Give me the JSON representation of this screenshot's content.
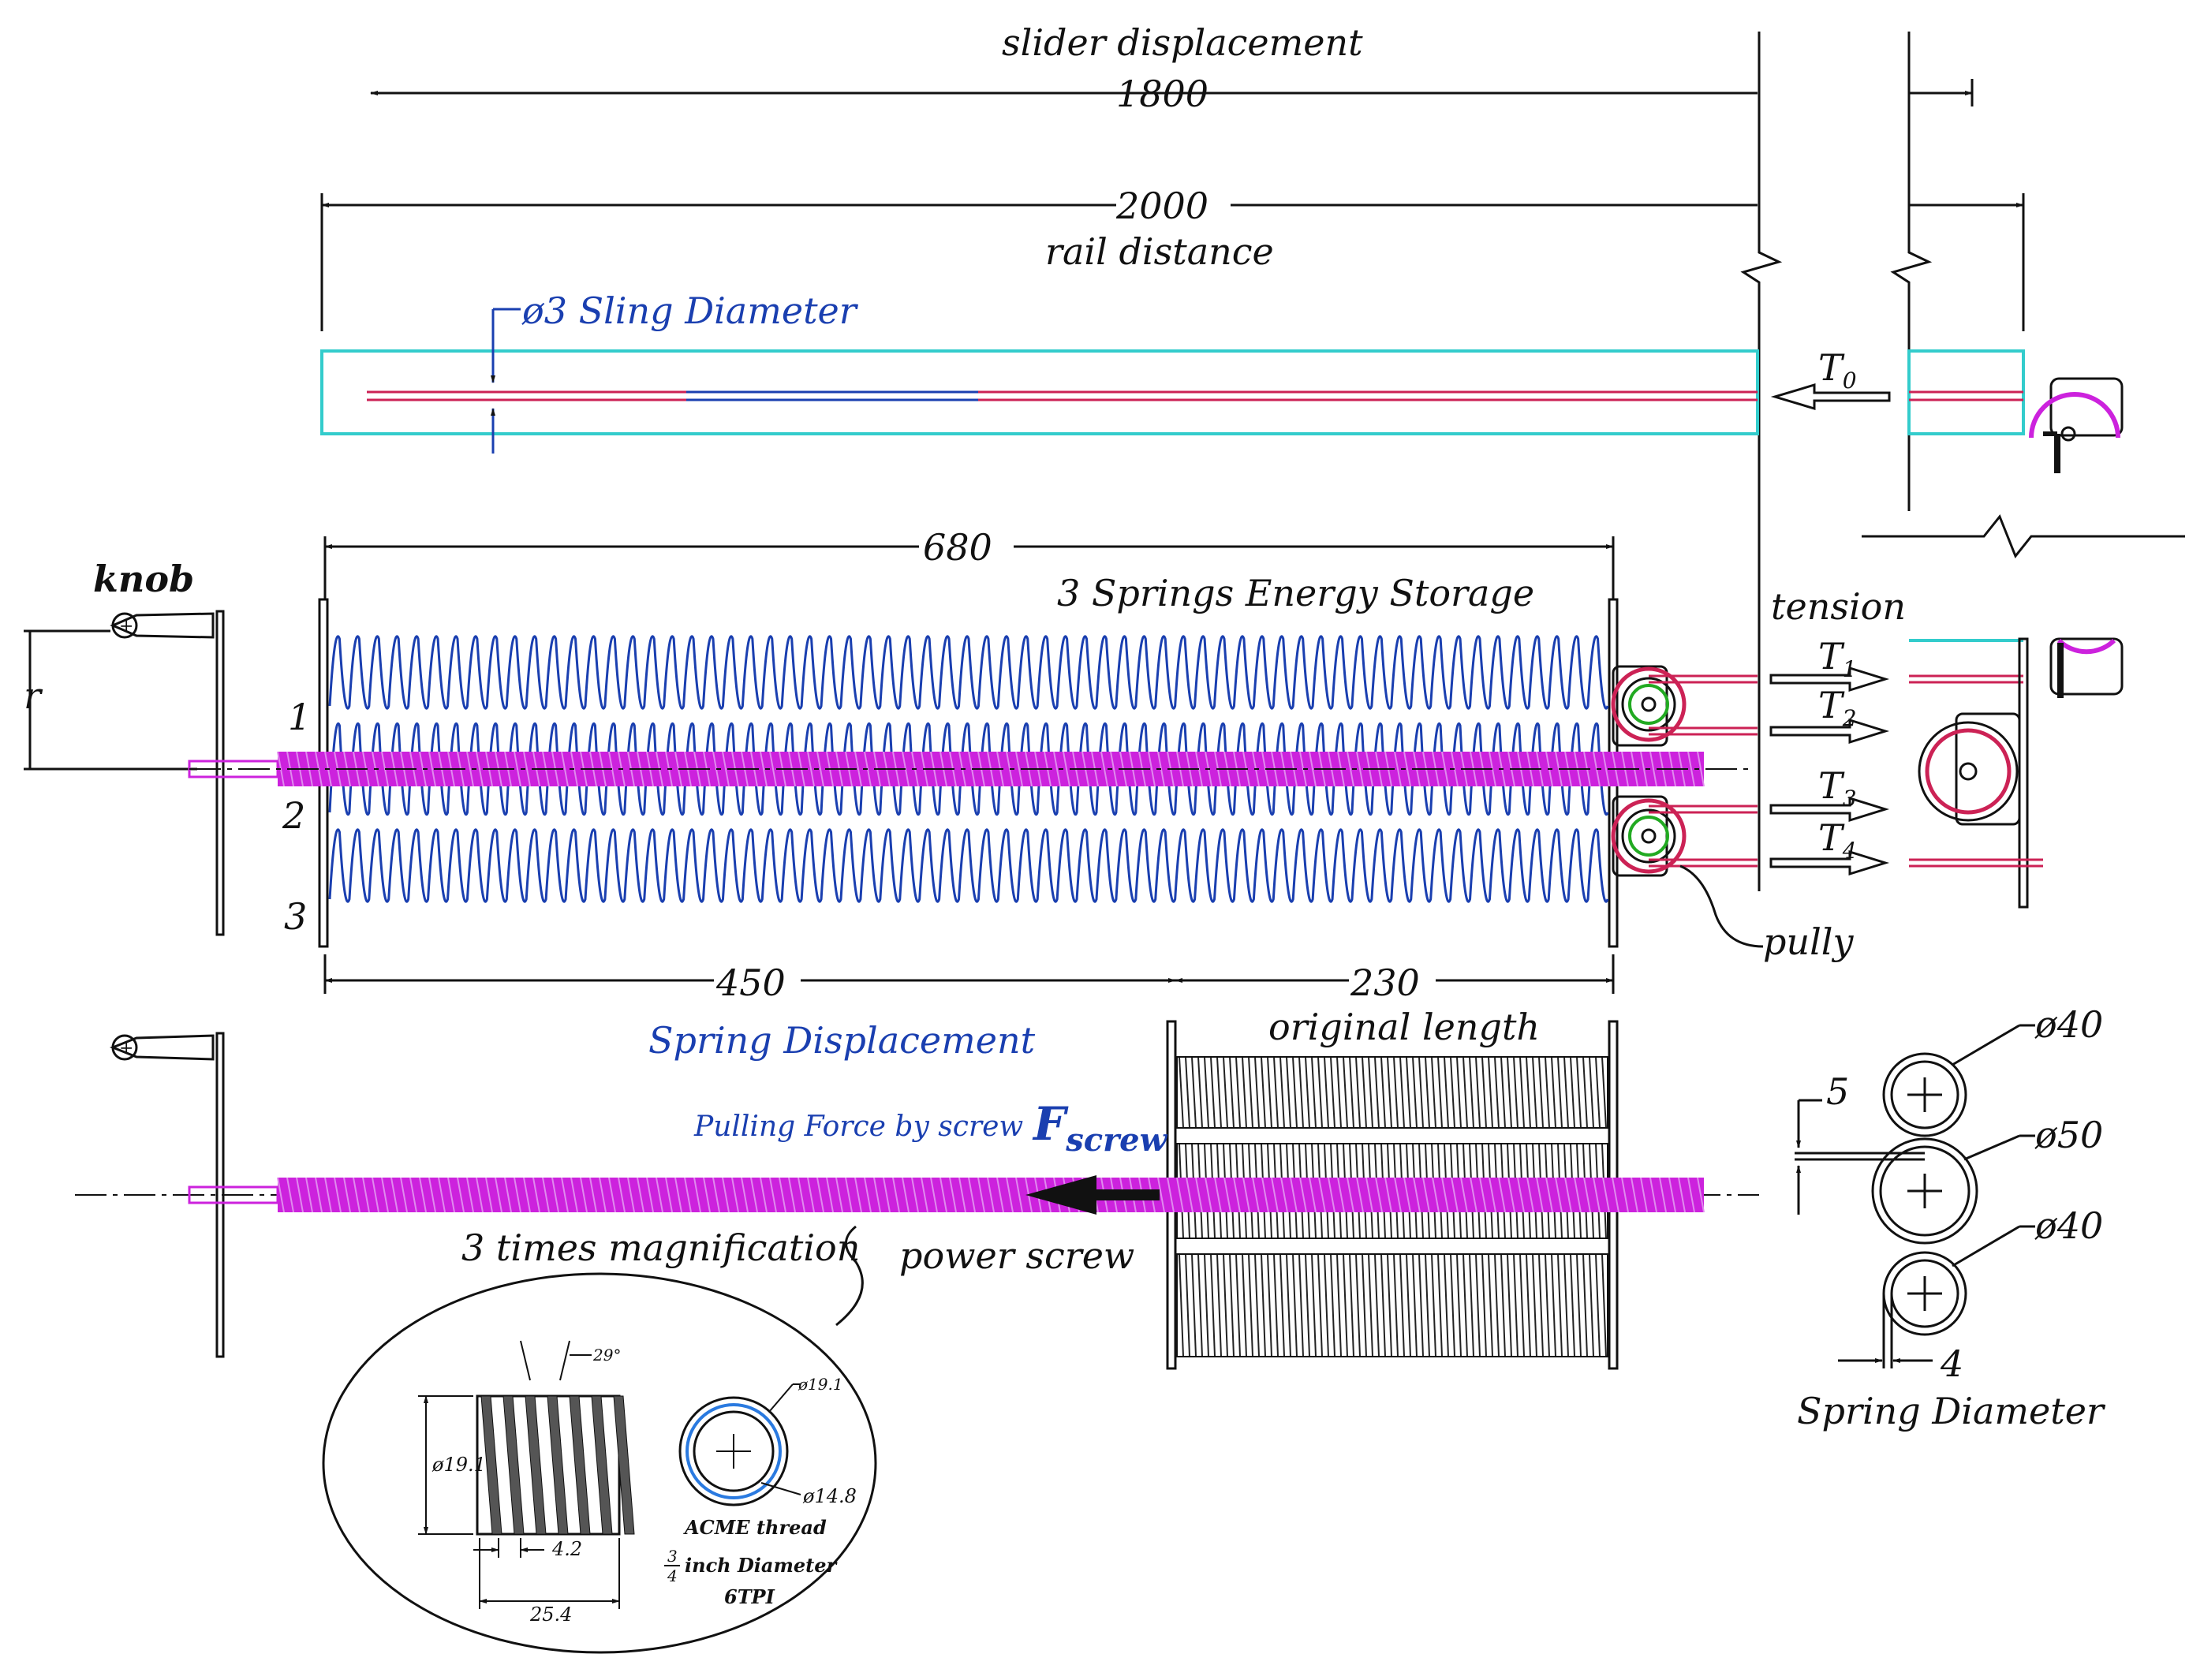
{
  "dimensions": {
    "slider_label": "slider displacement",
    "slider_value": "1800",
    "rail_value": "2000",
    "rail_label": "rail distance",
    "sling": "ø3 Sling  Diameter",
    "spring_length": "680",
    "spring_disp_value": "450",
    "orig_value": "230",
    "orig_label": "original length",
    "spring_disp_label": "Spring  Displacement"
  },
  "labels": {
    "knob": "knob",
    "r": "r",
    "springs_title": "3 Springs  Energy  Storage",
    "tension": "tension",
    "pully": "pully",
    "spring_numbers": [
      "1",
      "2",
      "3"
    ],
    "t0": "T",
    "t0_sub": "0",
    "tensions": [
      {
        "t": "T",
        "sub": "1"
      },
      {
        "t": "T",
        "sub": "2"
      },
      {
        "t": "T",
        "sub": "3"
      },
      {
        "t": "T",
        "sub": "4"
      }
    ],
    "pulling_force": "Pulling Force by screw",
    "f_main": "F",
    "f_sub": "screw",
    "power_screw": "power  screw",
    "magnification": "3 times magnification"
  },
  "detail": {
    "angle": "29°",
    "d_outer": "ø19.1",
    "pitch": "4.2",
    "length": "25.4",
    "d_outer2": "ø19.1",
    "d_inner": "ø14.8",
    "acme": "ACME thread",
    "frac_num": "3",
    "frac_den": "4",
    "inch_diameter": "inch Diameter",
    "tpi": "6TPI"
  },
  "spring_diameter": {
    "d1": "ø40",
    "d2": "ø50",
    "d3": "ø40",
    "gap_top": "5",
    "gap_bottom": "4",
    "title": "Spring  Diameter"
  },
  "colors": {
    "spring": "#1a3fb0",
    "screw": "#cc22dd",
    "rail": "#33cccc",
    "sling": "#cc2255",
    "pulley_green": "#22aa22"
  }
}
